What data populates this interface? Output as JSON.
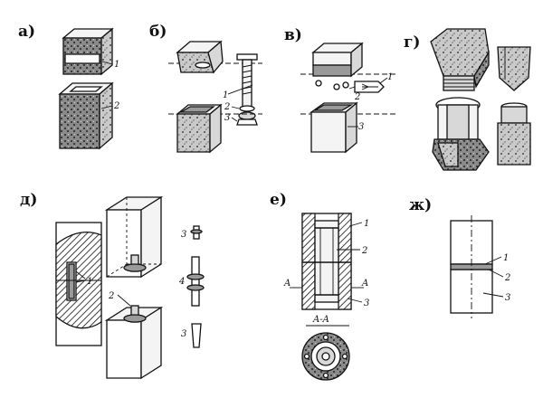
{
  "panels": {
    "a": {
      "label": "а)",
      "callouts": [
        "1",
        "2"
      ]
    },
    "b": {
      "label": "б)",
      "callouts": [
        "1",
        "2",
        "3"
      ]
    },
    "v": {
      "label": "в)",
      "callouts": [
        "1",
        "2",
        "3"
      ]
    },
    "g": {
      "label": "г)"
    },
    "d": {
      "label": "д)",
      "callouts": [
        "1",
        "2",
        "3",
        "4",
        "3"
      ]
    },
    "e": {
      "label": "е)",
      "callouts": [
        "1",
        "2",
        "3"
      ],
      "section_marks": [
        "A",
        "A"
      ],
      "section_title": "A-A"
    },
    "zh": {
      "label": "ж)",
      "callouts": [
        "1",
        "2",
        "3"
      ]
    }
  }
}
